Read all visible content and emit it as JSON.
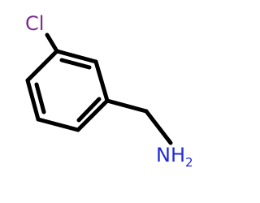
{
  "molecule": {
    "atoms": {
      "chlorine": {
        "symbol": "Cl",
        "color": "#7b2c8f"
      },
      "amine": {
        "symbol": "NH",
        "subscript": "2",
        "color": "#1f2bd6"
      }
    },
    "bond_color": "#000000"
  }
}
